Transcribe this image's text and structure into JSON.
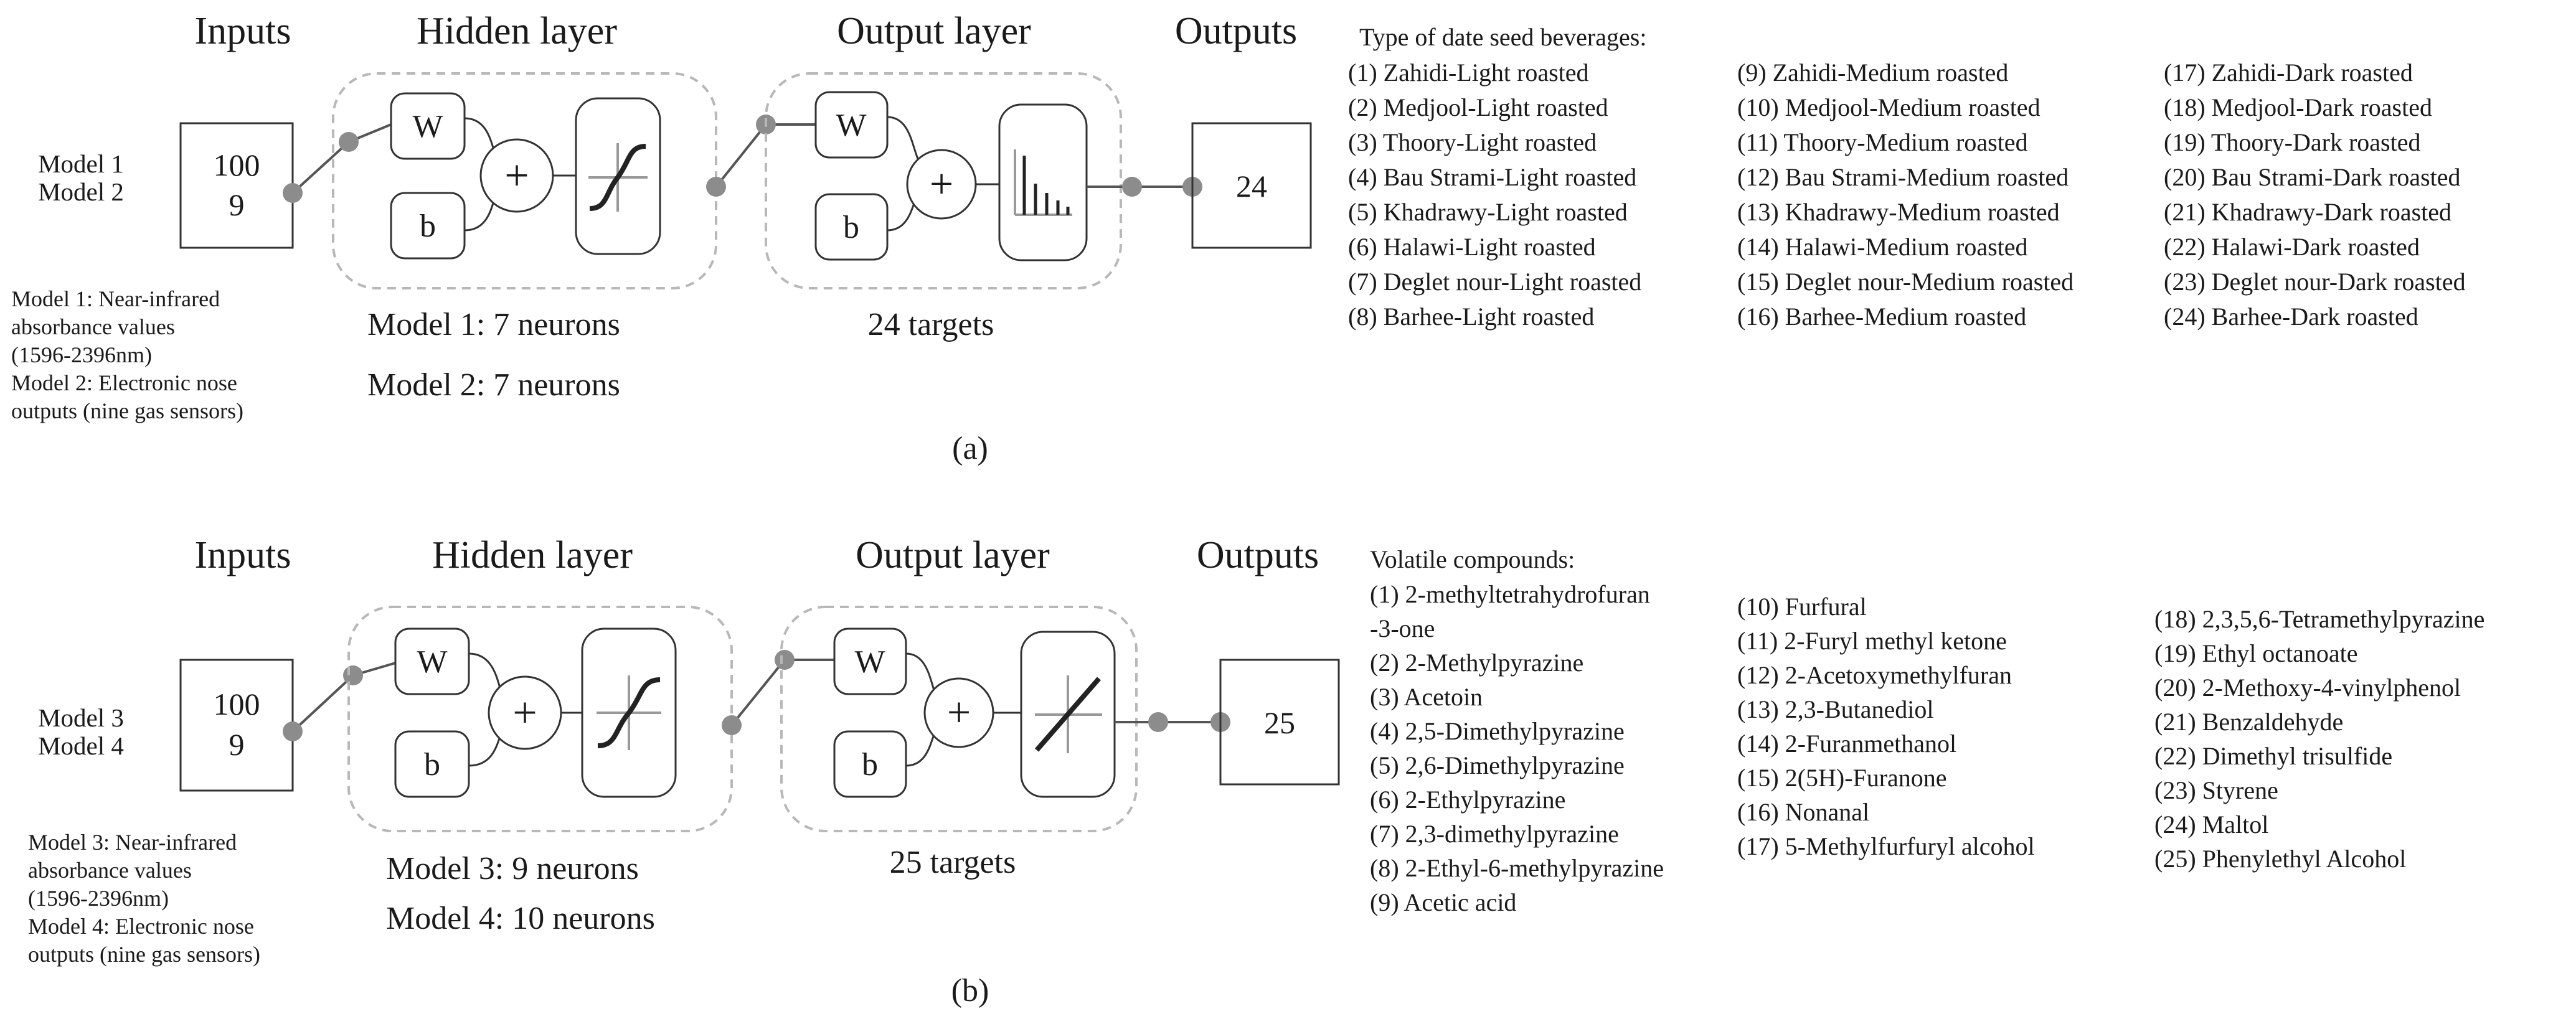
{
  "panel_a": {
    "inputs_header": "Inputs",
    "hidden_header": "Hidden layer",
    "output_layer_header": "Output layer",
    "outputs_header": "Outputs",
    "model_labels": [
      "Model 1",
      "Model 2"
    ],
    "input_values": [
      "100",
      "9"
    ],
    "weight": "W",
    "bias": "b",
    "plus": "+",
    "output_value": "24",
    "notes": [
      "Model 1: Near-infrared",
      "absorbance values",
      "(1596-2396nm)",
      "Model 2: Electronic nose",
      "outputs (nine gas sensors)"
    ],
    "neurons": [
      "Model 1: 7 neurons",
      "Model 2: 7 neurons"
    ],
    "targets": "24 targets",
    "caption": "(a)",
    "legend_title": "Type of date seed beverages:",
    "legend_cols": [
      [
        "(1) Zahidi-Light roasted",
        "(2) Medjool-Light roasted",
        "(3) Thoory-Light roasted",
        "(4) Bau Strami-Light roasted",
        "(5) Khadrawy-Light roasted",
        "(6) Halawi-Light roasted",
        "(7) Deglet nour-Light roasted",
        "(8) Barhee-Light roasted"
      ],
      [
        "(9) Zahidi-Medium roasted",
        "(10) Medjool-Medium roasted",
        "(11) Thoory-Medium roasted",
        "(12) Bau Strami-Medium roasted",
        "(13) Khadrawy-Medium roasted",
        "(14) Halawi-Medium roasted",
        "(15) Deglet nour-Medium roasted",
        "(16) Barhee-Medium roasted"
      ],
      [
        "(17) Zahidi-Dark roasted",
        "(18) Medjool-Dark roasted",
        "(19) Thoory-Dark roasted",
        "(20) Bau Strami-Dark roasted",
        "(21) Khadrawy-Dark roasted",
        "(22) Halawi-Dark roasted",
        "(23) Deglet nour-Dark roasted",
        "(24) Barhee-Dark roasted"
      ]
    ]
  },
  "panel_b": {
    "inputs_header": "Inputs",
    "hidden_header": "Hidden layer",
    "output_layer_header": "Output layer",
    "outputs_header": "Outputs",
    "model_labels": [
      "Model 3",
      "Model 4"
    ],
    "input_values": [
      "100",
      "9"
    ],
    "weight": "W",
    "bias": "b",
    "plus": "+",
    "output_value": "25",
    "notes": [
      "Model 3: Near-infrared",
      "absorbance values",
      "(1596-2396nm)",
      "Model 4: Electronic nose",
      "outputs (nine gas sensors)"
    ],
    "neurons": [
      "Model 3: 9 neurons",
      "Model 4: 10 neurons"
    ],
    "targets": "25 targets",
    "caption": "(b)",
    "legend_title": "Volatile compounds:",
    "legend_cols": [
      [
        "(1) 2-methyltetrahydrofuran",
        "-3-one",
        "(2) 2-Methylpyrazine",
        "(3) Acetoin",
        "(4) 2,5-Dimethylpyrazine",
        "(5) 2,6-Dimethylpyrazine",
        "(6) 2-Ethylpyrazine",
        "(7) 2,3-dimethylpyrazine",
        "(8) 2-Ethyl-6-methylpyrazine",
        "(9) Acetic acid"
      ],
      [
        "(10) Furfural",
        "(11) 2-Furyl methyl ketone",
        "(12) 2-Acetoxymethylfuran",
        "(13) 2,3-Butanediol",
        "(14) 2-Furanmethanol",
        "(15) 2(5H)-Furanone",
        "(16) Nonanal",
        "(17) 5-Methylfurfuryl alcohol"
      ],
      [
        "(18) 2,3,5,6-Tetramethylpyrazine",
        "(19) Ethyl octanoate",
        "(20) 2-Methoxy-4-vinylphenol",
        "(21) Benzaldehyde",
        "(22) Dimethyl trisulfide",
        "(23) Styrene",
        "(24) Maltol",
        "(25) Phenylethyl Alcohol"
      ]
    ]
  },
  "colors": {
    "line": "#333333",
    "node": "#8c8c8c",
    "dashed": "#b8b8b8",
    "text": "#1a1a1a"
  }
}
